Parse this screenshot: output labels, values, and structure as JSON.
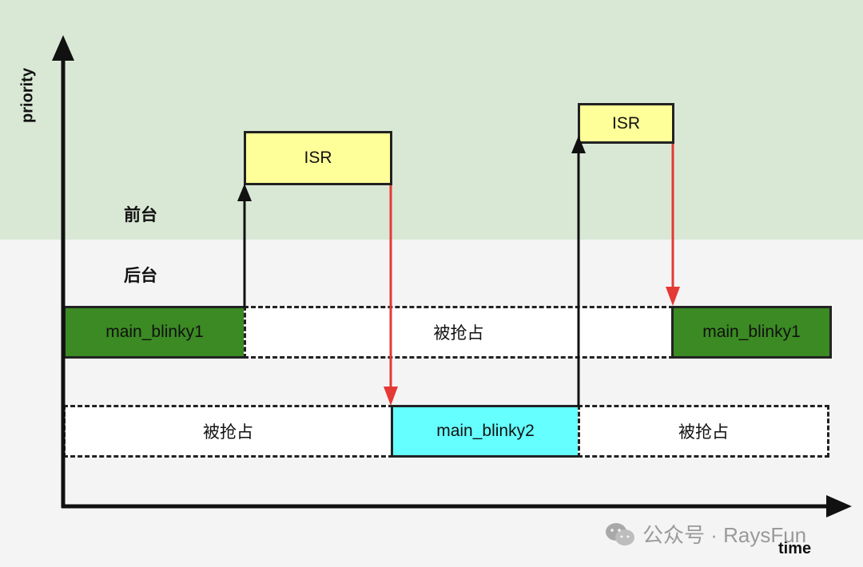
{
  "axes": {
    "y_label": "priority",
    "x_label": "time"
  },
  "levels": {
    "foreground": "前台",
    "background": "后台"
  },
  "blocks": {
    "isr_1": "ISR",
    "isr_2": "ISR",
    "row1_task_a": "main_blinky1",
    "row1_preempted": "被抢占",
    "row1_task_b": "main_blinky1",
    "row2_preempted_a": "被抢占",
    "row2_task": "main_blinky2",
    "row2_preempted_b": "被抢占"
  },
  "watermark": {
    "text": "公众号 · RaysFun",
    "icon": "wechat-icon"
  },
  "colors": {
    "foreground_zone": "#d9e8d5",
    "background_zone": "#f4f4f4",
    "task1": "#3b8a23",
    "task2": "#66ffff",
    "isr": "#ffff99",
    "switch_arrow": "#e53935"
  }
}
